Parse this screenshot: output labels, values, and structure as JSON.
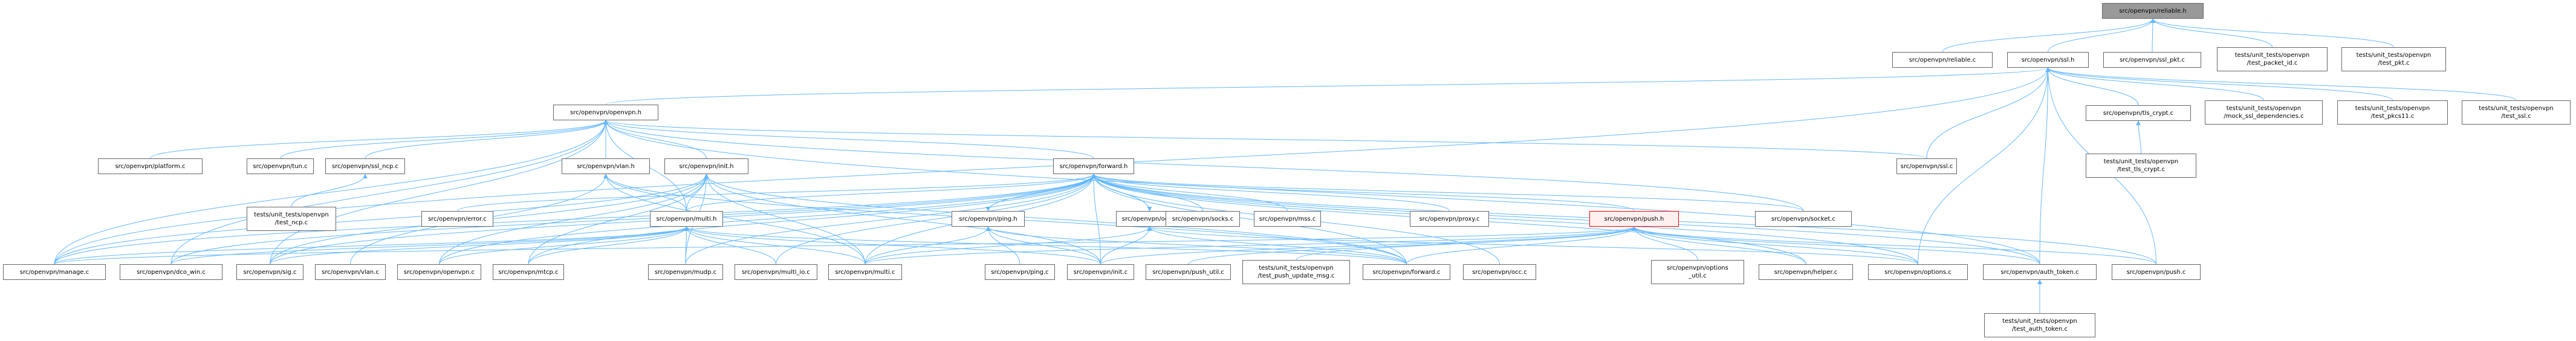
{
  "graph": {
    "title": "Include dependency graph",
    "edge_color": "#63b8ff",
    "node_border_color": "#666666",
    "root_fill": "#999999",
    "highlight_fill": "#fff0f0",
    "highlight_border": "#ff0000",
    "nodes": {
      "reliable_h": "src/openvpn/reliable.h",
      "reliable_c": "src/openvpn/reliable.c",
      "ssl_h": "src/openvpn/ssl.h",
      "ssl_pkt_c": "src/openvpn/ssl_pkt.c",
      "test_packet_id_c": "tests/unit_tests/openvpn\n/test_packet_id.c",
      "test_pkt_c": "tests/unit_tests/openvpn\n/test_pkt.c",
      "openvpn_h": "src/openvpn/openvpn.h",
      "tls_crypt_c": "src/openvpn/tls_crypt.c",
      "mock_ssl_dependencies_c": "tests/unit_tests/openvpn\n/mock_ssl_dependencies.c",
      "test_pkcs11_c": "tests/unit_tests/openvpn\n/test_pkcs11.c",
      "test_ssl_c": "tests/unit_tests/openvpn\n/test_ssl.c",
      "platform_c": "src/openvpn/platform.c",
      "tun_c": "src/openvpn/tun.c",
      "ssl_ncp_c": "src/openvpn/ssl_ncp.c",
      "vlan_h": "src/openvpn/vlan.h",
      "init_h": "src/openvpn/init.h",
      "forward_h": "src/openvpn/forward.h",
      "ssl_c": "src/openvpn/ssl.c",
      "test_tls_crypt_c": "tests/unit_tests/openvpn\n/test_tls_crypt.c",
      "test_ncp_c": "tests/unit_tests/openvpn\n/test_ncp.c",
      "error_c": "src/openvpn/error.c",
      "multi_h": "src/openvpn/multi.h",
      "ping_h": "src/openvpn/ping.h",
      "occ_h": "src/openvpn/occ.h",
      "socks_c": "src/openvpn/socks.c",
      "mss_c": "src/openvpn/mss.c",
      "proxy_c": "src/openvpn/proxy.c",
      "push_h": "src/openvpn/push.h",
      "socket_c": "src/openvpn/socket.c",
      "manage_c": "src/openvpn/manage.c",
      "dco_win_c": "src/openvpn/dco_win.c",
      "sig_c": "src/openvpn/sig.c",
      "vlan_c": "src/openvpn/vlan.c",
      "openvpn_c": "src/openvpn/openvpn.c",
      "mtcp_c": "src/openvpn/mtcp.c",
      "mudp_c": "src/openvpn/mudp.c",
      "multi_io_c": "src/openvpn/multi_io.c",
      "multi_c": "src/openvpn/multi.c",
      "ping_c": "src/openvpn/ping.c",
      "init_c": "src/openvpn/init.c",
      "push_util_c": "src/openvpn/push_util.c",
      "test_push_update_msg_c": "tests/unit_tests/openvpn\n/test_push_update_msg.c",
      "forward_c": "src/openvpn/forward.c",
      "occ_c": "src/openvpn/occ.c",
      "options_util_c": "src/openvpn/options\n_util.c",
      "helper_c": "src/openvpn/helper.c",
      "options_c": "src/openvpn/options.c",
      "auth_token_c": "src/openvpn/auth_token.c",
      "push_c": "src/openvpn/push.c",
      "test_auth_token_c": "tests/unit_tests/openvpn\n/test_auth_token.c"
    },
    "root": "reliable_h",
    "highlighted": "push_h",
    "edges": [
      [
        "reliable_c",
        "reliable_h"
      ],
      [
        "ssl_h",
        "reliable_h"
      ],
      [
        "ssl_pkt_c",
        "reliable_h"
      ],
      [
        "test_packet_id_c",
        "reliable_h"
      ],
      [
        "test_pkt_c",
        "reliable_h"
      ],
      [
        "openvpn_h",
        "ssl_h"
      ],
      [
        "tls_crypt_c",
        "ssl_h"
      ],
      [
        "mock_ssl_dependencies_c",
        "ssl_h"
      ],
      [
        "test_pkcs11_c",
        "ssl_h"
      ],
      [
        "test_ssl_c",
        "ssl_h"
      ],
      [
        "ssl_c",
        "ssl_h"
      ],
      [
        "options_c",
        "ssl_h"
      ],
      [
        "auth_token_c",
        "ssl_h"
      ],
      [
        "push_c",
        "ssl_h"
      ],
      [
        "manage_c",
        "ssl_h"
      ],
      [
        "test_tls_crypt_c",
        "tls_crypt_c"
      ],
      [
        "platform_c",
        "openvpn_h"
      ],
      [
        "tun_c",
        "openvpn_h"
      ],
      [
        "ssl_ncp_c",
        "openvpn_h"
      ],
      [
        "vlan_h",
        "openvpn_h"
      ],
      [
        "init_h",
        "openvpn_h"
      ],
      [
        "forward_h",
        "openvpn_h"
      ],
      [
        "ssl_c",
        "openvpn_h"
      ],
      [
        "socket_c",
        "openvpn_h"
      ],
      [
        "manage_c",
        "openvpn_h"
      ],
      [
        "dco_win_c",
        "openvpn_h"
      ],
      [
        "sig_c",
        "openvpn_h"
      ],
      [
        "auth_token_c",
        "openvpn_h"
      ],
      [
        "multi_h",
        "openvpn_h"
      ],
      [
        "test_ncp_c",
        "ssl_ncp_c"
      ],
      [
        "multi_h",
        "vlan_h"
      ],
      [
        "vlan_c",
        "vlan_h"
      ],
      [
        "multi_c",
        "vlan_h"
      ],
      [
        "forward_c",
        "vlan_h"
      ],
      [
        "multi_h",
        "init_h"
      ],
      [
        "manage_c",
        "init_h"
      ],
      [
        "sig_c",
        "init_h"
      ],
      [
        "openvpn_c",
        "init_h"
      ],
      [
        "mtcp_c",
        "init_h"
      ],
      [
        "mudp_c",
        "init_h"
      ],
      [
        "init_c",
        "init_h"
      ],
      [
        "multi_c",
        "init_h"
      ],
      [
        "forward_c",
        "init_h"
      ],
      [
        "ping_h",
        "forward_h"
      ],
      [
        "occ_h",
        "forward_h"
      ],
      [
        "socks_c",
        "forward_h"
      ],
      [
        "mss_c",
        "forward_h"
      ],
      [
        "proxy_c",
        "forward_h"
      ],
      [
        "push_h",
        "forward_h"
      ],
      [
        "socket_c",
        "forward_h"
      ],
      [
        "error_c",
        "forward_h"
      ],
      [
        "multi_h",
        "forward_h"
      ],
      [
        "manage_c",
        "forward_h"
      ],
      [
        "dco_win_c",
        "forward_h"
      ],
      [
        "sig_c",
        "forward_h"
      ],
      [
        "openvpn_c",
        "forward_h"
      ],
      [
        "mtcp_c",
        "forward_h"
      ],
      [
        "mudp_c",
        "forward_h"
      ],
      [
        "multi_io_c",
        "forward_h"
      ],
      [
        "multi_c",
        "forward_h"
      ],
      [
        "init_c",
        "forward_h"
      ],
      [
        "forward_c",
        "forward_h"
      ],
      [
        "occ_c",
        "forward_h"
      ],
      [
        "helper_c",
        "forward_h"
      ],
      [
        "options_c",
        "forward_h"
      ],
      [
        "auth_token_c",
        "forward_h"
      ],
      [
        "push_c",
        "forward_h"
      ],
      [
        "forward_h",
        "ping_h"
      ],
      [
        "forward_h",
        "occ_h"
      ],
      [
        "manage_c",
        "multi_h"
      ],
      [
        "dco_win_c",
        "multi_h"
      ],
      [
        "sig_c",
        "multi_h"
      ],
      [
        "openvpn_c",
        "multi_h"
      ],
      [
        "mtcp_c",
        "multi_h"
      ],
      [
        "mudp_c",
        "multi_h"
      ],
      [
        "multi_io_c",
        "multi_h"
      ],
      [
        "multi_c",
        "multi_h"
      ],
      [
        "init_c",
        "multi_h"
      ],
      [
        "forward_c",
        "multi_h"
      ],
      [
        "ping_c",
        "ping_h"
      ],
      [
        "init_c",
        "ping_h"
      ],
      [
        "forward_c",
        "ping_h"
      ],
      [
        "multi_c",
        "ping_h"
      ],
      [
        "init_c",
        "occ_h"
      ],
      [
        "multi_c",
        "occ_h"
      ],
      [
        "forward_c",
        "occ_h"
      ],
      [
        "options_c",
        "occ_h"
      ],
      [
        "manage_c",
        "push_h"
      ],
      [
        "init_c",
        "push_h"
      ],
      [
        "push_util_c",
        "push_h"
      ],
      [
        "test_push_update_msg_c",
        "push_h"
      ],
      [
        "forward_c",
        "push_h"
      ],
      [
        "multi_c",
        "push_h"
      ],
      [
        "options_util_c",
        "push_h"
      ],
      [
        "helper_c",
        "push_h"
      ],
      [
        "options_c",
        "push_h"
      ],
      [
        "auth_token_c",
        "push_h"
      ],
      [
        "push_c",
        "push_h"
      ],
      [
        "test_auth_token_c",
        "auth_token_c"
      ]
    ]
  }
}
